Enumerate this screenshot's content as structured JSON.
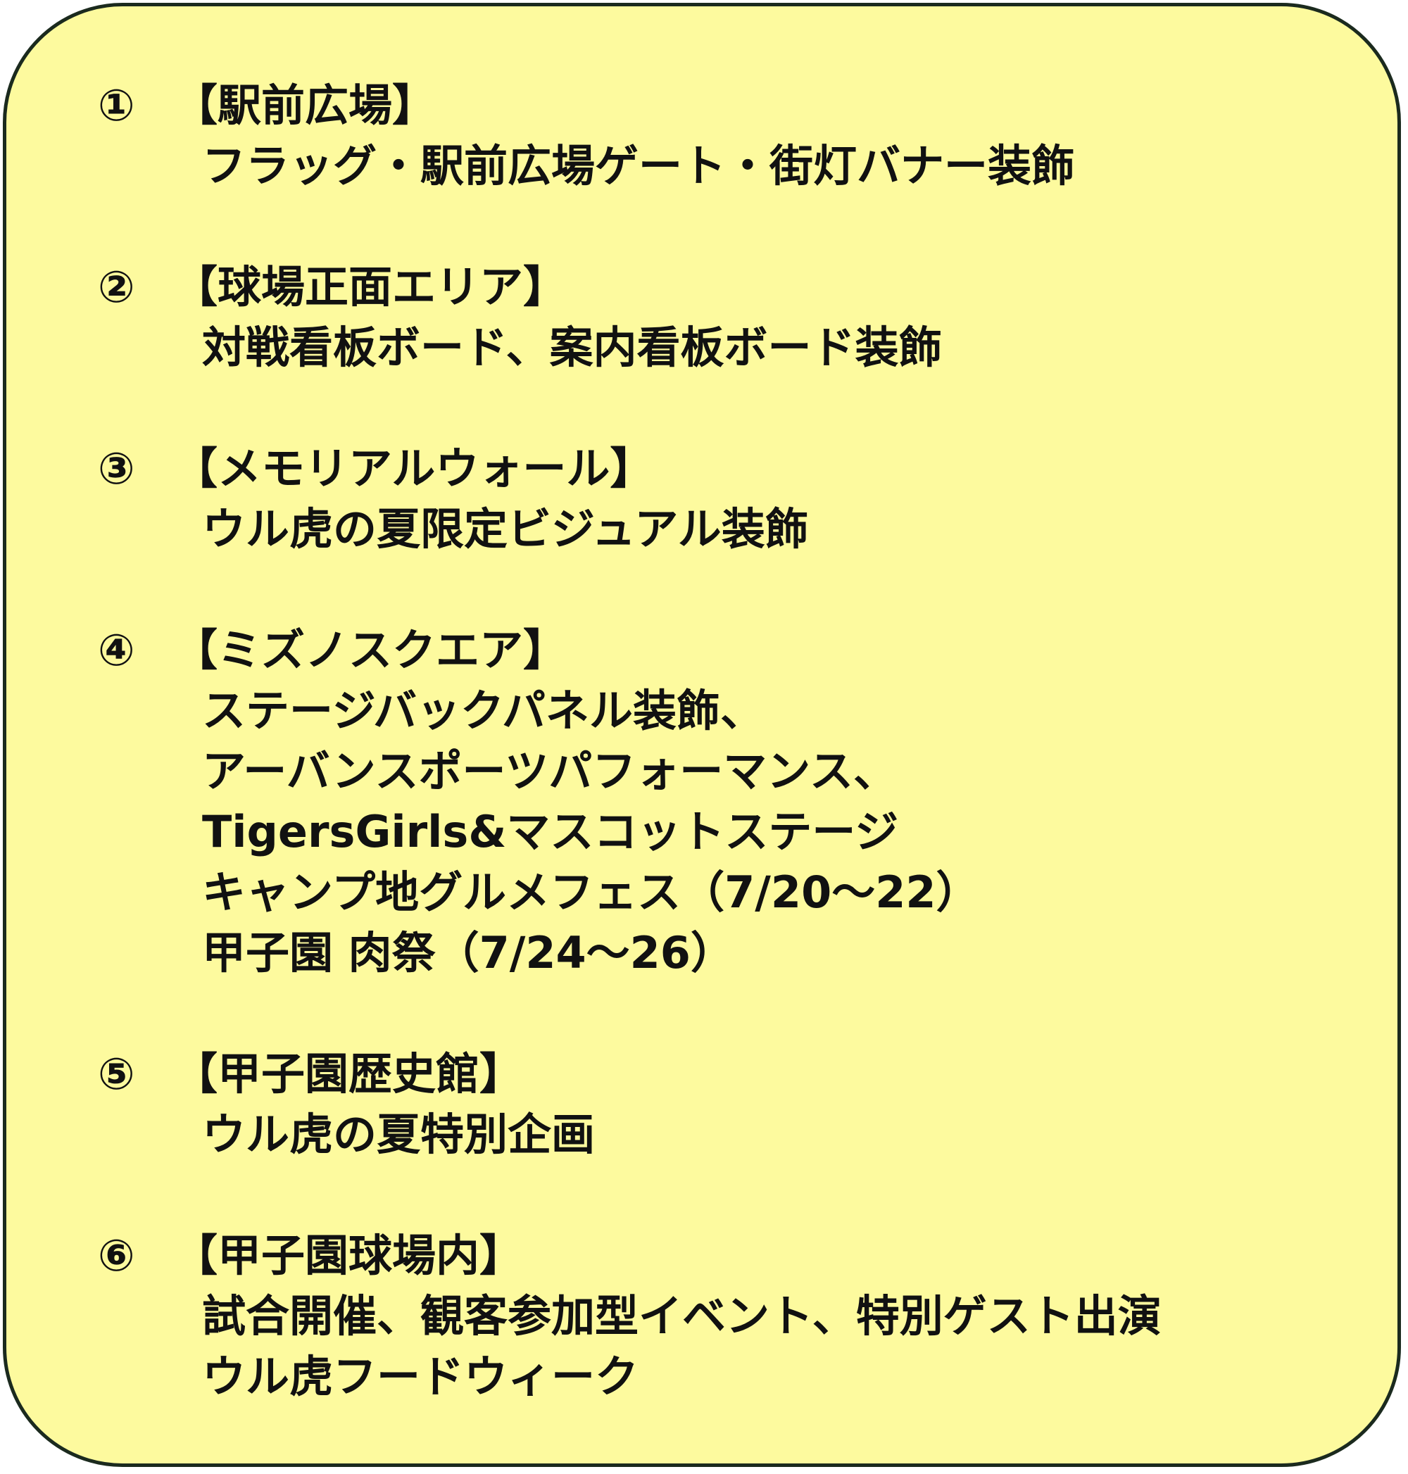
{
  "sections": [
    {
      "number": "①",
      "title": "【駅前広場】",
      "lines": [
        "フラッグ・駅前広場ゲート・街灯バナー装飾"
      ]
    },
    {
      "number": "②",
      "title": "【球場正面エリア】",
      "lines": [
        "対戦看板ボード、案内看板ボード装飾"
      ]
    },
    {
      "number": "③",
      "title": "【メモリアルウォール】",
      "lines": [
        "ウル虎の夏限定ビジュアル装飾"
      ]
    },
    {
      "number": "④",
      "title": "【ミズノスクエア】",
      "lines": [
        "ステージバックパネル装飾、",
        "アーバンスポーツパフォーマンス、",
        "TigersGirls&マスコットステージ",
        "キャンプ地グルメフェス（7/20～22）",
        "甲子園 肉祭（7/24～26）"
      ]
    },
    {
      "number": "⑤",
      "title": "【甲子園歴史館】",
      "lines": [
        "ウル虎の夏特別企画"
      ]
    },
    {
      "number": "⑥",
      "title": "【甲子園球場内】",
      "lines": [
        "試合開催、観客参加型イベント、特別ゲスト出演",
        "ウル虎フードウィーク"
      ]
    }
  ],
  "colors": {
    "panel_background": "#fdfa9e",
    "panel_border": "#1b2a1e",
    "text": "#111111"
  }
}
